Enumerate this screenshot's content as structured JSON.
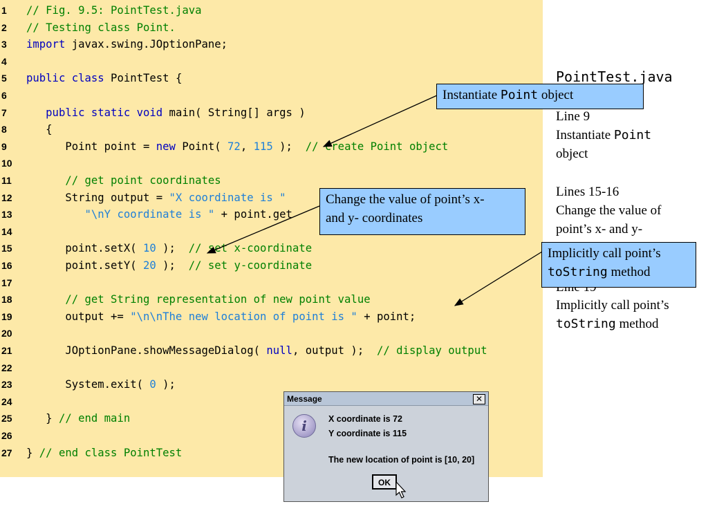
{
  "code": {
    "lines": [
      {
        "n": "1",
        "t": [
          {
            "c": "cm",
            "s": "// Fig. 9.5: PointTest.java"
          }
        ]
      },
      {
        "n": "2",
        "t": [
          {
            "c": "cm",
            "s": "// Testing class Point."
          }
        ]
      },
      {
        "n": "3",
        "t": [
          {
            "c": "kw",
            "s": "import"
          },
          {
            "c": "tx",
            "s": " javax.swing.JOptionPane;"
          }
        ]
      },
      {
        "n": "4",
        "t": []
      },
      {
        "n": "5",
        "t": [
          {
            "c": "kw",
            "s": "public class"
          },
          {
            "c": "tx",
            "s": " PointTest {"
          }
        ]
      },
      {
        "n": "6",
        "t": []
      },
      {
        "n": "7",
        "t": [
          {
            "c": "tx",
            "s": "   "
          },
          {
            "c": "kw",
            "s": "public static void"
          },
          {
            "c": "tx",
            "s": " main( String[] args )"
          }
        ]
      },
      {
        "n": "8",
        "t": [
          {
            "c": "tx",
            "s": "   {"
          }
        ]
      },
      {
        "n": "9",
        "t": [
          {
            "c": "tx",
            "s": "      Point point = "
          },
          {
            "c": "kw",
            "s": "new"
          },
          {
            "c": "tx",
            "s": " Point( "
          },
          {
            "c": "nm",
            "s": "72"
          },
          {
            "c": "tx",
            "s": ", "
          },
          {
            "c": "nm",
            "s": "115"
          },
          {
            "c": "tx",
            "s": " );  "
          },
          {
            "c": "cm",
            "s": "// create Point object"
          }
        ]
      },
      {
        "n": "10",
        "t": []
      },
      {
        "n": "11",
        "t": [
          {
            "c": "tx",
            "s": "      "
          },
          {
            "c": "cm",
            "s": "// get point coordinates"
          }
        ]
      },
      {
        "n": "12",
        "t": [
          {
            "c": "tx",
            "s": "      String output = "
          },
          {
            "c": "st",
            "s": "\"X coordinate is \""
          }
        ]
      },
      {
        "n": "13",
        "t": [
          {
            "c": "tx",
            "s": "         "
          },
          {
            "c": "st",
            "s": "\"\\nY coordinate is \""
          },
          {
            "c": "tx",
            "s": " + point.get"
          }
        ]
      },
      {
        "n": "14",
        "t": []
      },
      {
        "n": "15",
        "t": [
          {
            "c": "tx",
            "s": "      point.setX( "
          },
          {
            "c": "nm",
            "s": "10"
          },
          {
            "c": "tx",
            "s": " );  "
          },
          {
            "c": "cm",
            "s": "// set x-coordinate"
          }
        ]
      },
      {
        "n": "16",
        "t": [
          {
            "c": "tx",
            "s": "      point.setY( "
          },
          {
            "c": "nm",
            "s": "20"
          },
          {
            "c": "tx",
            "s": " );  "
          },
          {
            "c": "cm",
            "s": "// set y-coordinate"
          }
        ]
      },
      {
        "n": "17",
        "t": []
      },
      {
        "n": "18",
        "t": [
          {
            "c": "tx",
            "s": "      "
          },
          {
            "c": "cm",
            "s": "// get String representation of new point value"
          }
        ]
      },
      {
        "n": "19",
        "t": [
          {
            "c": "tx",
            "s": "      output += "
          },
          {
            "c": "st",
            "s": "\"\\n\\nThe new location of point is \""
          },
          {
            "c": "tx",
            "s": " + point;"
          }
        ]
      },
      {
        "n": "20",
        "t": []
      },
      {
        "n": "21",
        "t": [
          {
            "c": "tx",
            "s": "      JOptionPane.showMessageDialog( "
          },
          {
            "c": "kw",
            "s": "null"
          },
          {
            "c": "tx",
            "s": ", output );  "
          },
          {
            "c": "cm",
            "s": "// display output"
          }
        ]
      },
      {
        "n": "22",
        "t": []
      },
      {
        "n": "23",
        "t": [
          {
            "c": "tx",
            "s": "      System.exit( "
          },
          {
            "c": "nm",
            "s": "0"
          },
          {
            "c": "tx",
            "s": " );"
          }
        ]
      },
      {
        "n": "24",
        "t": []
      },
      {
        "n": "25",
        "t": [
          {
            "c": "tx",
            "s": "   } "
          },
          {
            "c": "cm",
            "s": "// end main"
          }
        ]
      },
      {
        "n": "26",
        "t": []
      },
      {
        "n": "27",
        "t": [
          {
            "c": "tx",
            "s": "} "
          },
          {
            "c": "cm",
            "s": "// end class PointTest"
          }
        ]
      }
    ]
  },
  "side_notes": {
    "filename": "PointTest.java",
    "line9": "Line 9",
    "line9_desc_a": "Instantiate ",
    "line9_desc_mono": "Point",
    "line9_desc_b": "object",
    "lines15": "Lines 15-16",
    "lines15_desc_a": "Change the value of",
    "lines15_desc_b": "point’s x- and y-",
    "line19": "Line 19",
    "line19_desc_a": "Implicitly call point’s",
    "line19_desc_mono": "toString",
    "line19_desc_b": " method"
  },
  "callouts": {
    "instantiate_a": "Instantiate ",
    "instantiate_mono": "Point",
    "instantiate_b": " object",
    "change_line1": "Change the value of point’s x-",
    "change_line2": "and y- coordinates",
    "implicit_line1": "Implicitly call point’s",
    "implicit_mono": "toString",
    "implicit_b": " method"
  },
  "dialog": {
    "title": "Message",
    "close": "✕",
    "icon_glyph": "i",
    "msg_line1": "X coordinate is 72",
    "msg_line2": "Y coordinate is 115",
    "msg_line3": "The new location of point is [10, 20]",
    "ok_label": "OK"
  },
  "colors": {
    "code_bg": "#fde9a8",
    "callout_bg": "#99ccff",
    "comment": "#008000",
    "keyword": "#0000c0",
    "literal": "#1e7fd8"
  }
}
